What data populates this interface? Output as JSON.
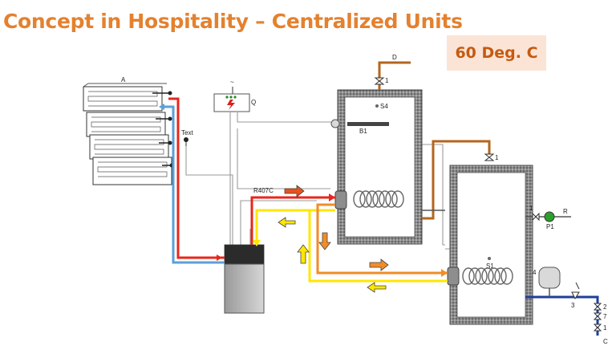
{
  "header": {
    "title": "Concept in Hospitality – Centralized Units",
    "temperature_badge": "60 Deg. C"
  },
  "diagram": {
    "labels": {
      "a": "A",
      "d": "D",
      "r": "R",
      "c": "C",
      "q": "Q",
      "text_sensor": "Text",
      "s4": "S4",
      "s1": "S1",
      "b1": "B1",
      "p1": "P1",
      "refrigerant": "R407C",
      "valve_d": "1",
      "valve_tank2": "1",
      "valve_r": "1",
      "item_4": "4",
      "item_3": "3",
      "item_2": "2",
      "item_7": "7",
      "item_1c": "1",
      "tilde": "~"
    },
    "colors": {
      "hot_line": "#E8261C",
      "cold_line": "#5AA0D8",
      "yellow_line": "#FFE600",
      "orange_line": "#F28C28",
      "brown_line": "#B5651D",
      "title": "#E4812F"
    }
  }
}
